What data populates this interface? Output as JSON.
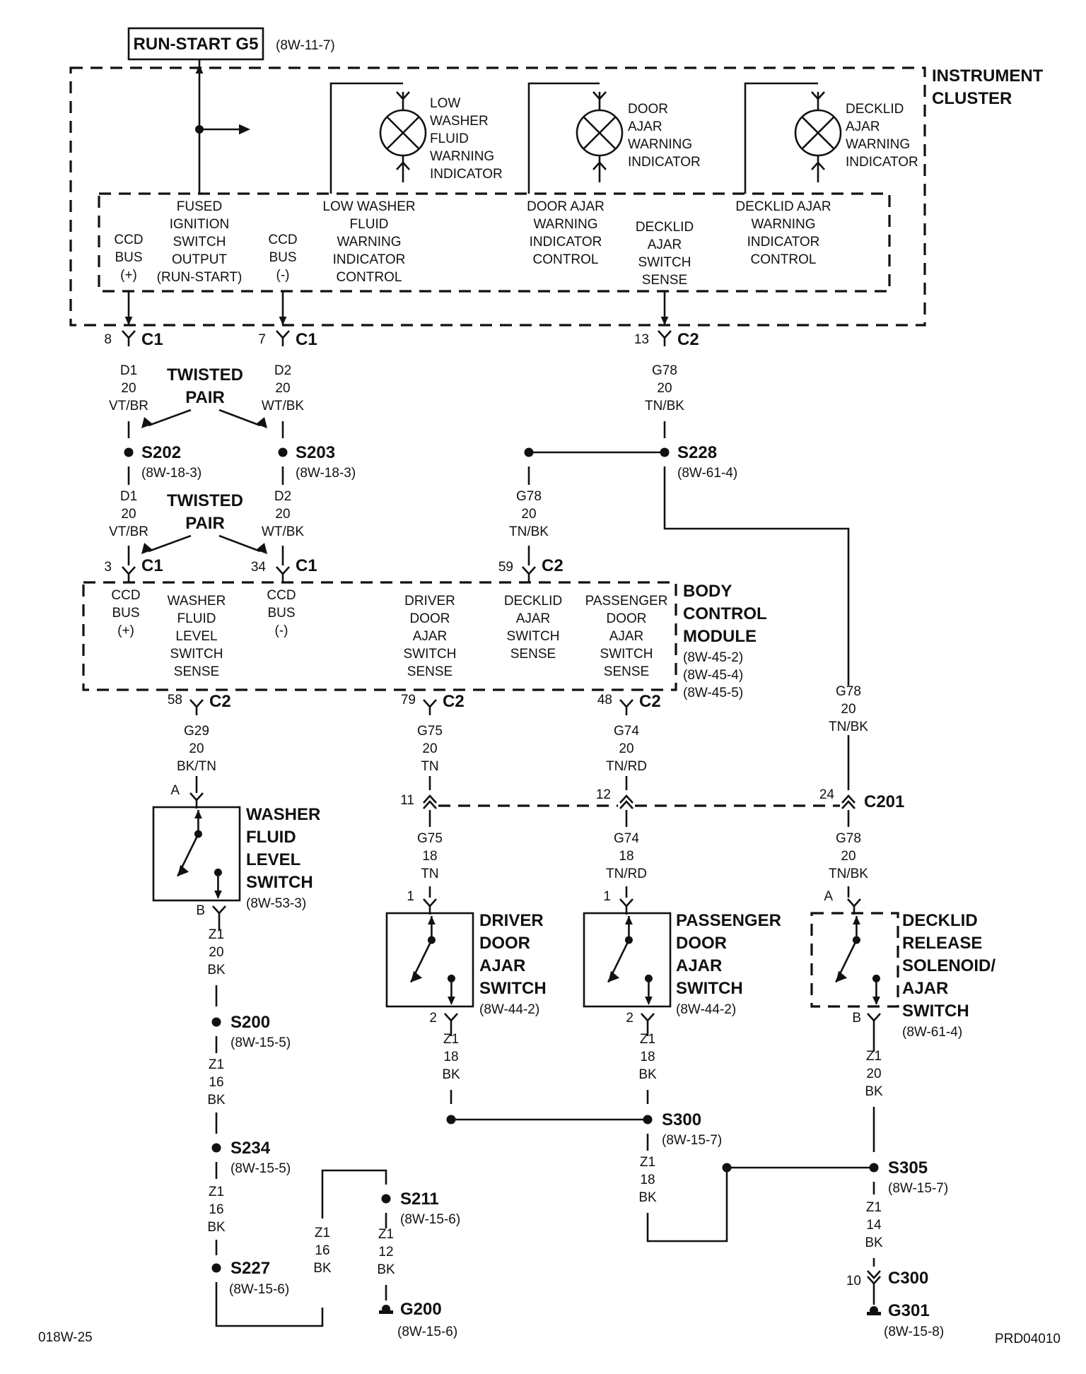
{
  "title_box": {
    "label": "RUN-START G5",
    "ref": "(8W-11-7)"
  },
  "instrument_cluster": {
    "title": [
      "INSTRUMENT",
      "CLUSTER"
    ],
    "indicators": [
      [
        "LOW",
        "WASHER",
        "FLUID",
        "WARNING",
        "INDICATOR"
      ],
      [
        "DOOR",
        "AJAR",
        "WARNING",
        "INDICATOR"
      ],
      [
        "DECKLID",
        "AJAR",
        "WARNING",
        "INDICATOR"
      ]
    ],
    "pins": [
      [
        "CCD",
        "BUS",
        "(+)"
      ],
      [
        "FUSED",
        "IGNITION",
        "SWITCH",
        "OUTPUT",
        "(RUN-START)"
      ],
      [
        "CCD",
        "BUS",
        "(-)"
      ],
      [
        "LOW WASHER",
        "FLUID",
        "WARNING",
        "INDICATOR",
        "CONTROL"
      ],
      [
        "DOOR AJAR",
        "WARNING",
        "INDICATOR",
        "CONTROL"
      ],
      [
        "DECKLID",
        "AJAR",
        "SWITCH",
        "SENSE"
      ],
      [
        "DECKLID AJAR",
        "WARNING",
        "INDICATOR",
        "CONTROL"
      ]
    ]
  },
  "bcm": {
    "title": [
      "BODY",
      "CONTROL",
      "MODULE"
    ],
    "refs": [
      "(8W-45-2)",
      "(8W-45-4)",
      "(8W-45-5)"
    ],
    "pins": [
      [
        "CCD",
        "BUS",
        "(+)"
      ],
      [
        "WASHER",
        "FLUID",
        "LEVEL",
        "SWITCH",
        "SENSE"
      ],
      [
        "CCD",
        "BUS",
        "(-)"
      ],
      [
        "DRIVER",
        "DOOR",
        "AJAR",
        "SWITCH",
        "SENSE"
      ],
      [
        "DECKLID",
        "AJAR",
        "SWITCH",
        "SENSE"
      ],
      [
        "PASSENGER",
        "DOOR",
        "AJAR",
        "SWITCH",
        "SENSE"
      ]
    ]
  },
  "connectors": {
    "ic_c1_8": {
      "pin": "8",
      "name": "C1"
    },
    "ic_c1_7": {
      "pin": "7",
      "name": "C1"
    },
    "ic_c2_13": {
      "pin": "13",
      "name": "C2"
    },
    "bcm_c1_3": {
      "pin": "3",
      "name": "C1"
    },
    "bcm_c1_34": {
      "pin": "34",
      "name": "C1"
    },
    "bcm_c2_59": {
      "pin": "59",
      "name": "C2"
    },
    "bcm_c2_58": {
      "pin": "58",
      "name": "C2"
    },
    "bcm_c2_79": {
      "pin": "79",
      "name": "C2"
    },
    "bcm_c2_48": {
      "pin": "48",
      "name": "C2"
    },
    "c201_11": {
      "pin": "11"
    },
    "c201_12": {
      "pin": "12"
    },
    "c201_24": {
      "pin": "24",
      "name": "C201"
    },
    "c300_10": {
      "pin": "10",
      "name": "C300"
    }
  },
  "twisted_pair": [
    "TWISTED",
    "PAIR"
  ],
  "wires": {
    "d1_top": [
      "D1",
      "20",
      "VT/BR"
    ],
    "d2_top": [
      "D2",
      "20",
      "WT/BK"
    ],
    "d1_bot": [
      "D1",
      "20",
      "VT/BR"
    ],
    "d2_bot": [
      "D2",
      "20",
      "WT/BK"
    ],
    "g78_ic": [
      "G78",
      "20",
      "TN/BK"
    ],
    "g78_bcm": [
      "G78",
      "20",
      "TN/BK"
    ],
    "g78_right": [
      "G78",
      "20",
      "TN/BK"
    ],
    "g78_lower": [
      "G78",
      "20",
      "TN/BK"
    ],
    "g29": [
      "G29",
      "20",
      "BK/TN"
    ],
    "g75_up": [
      "G75",
      "20",
      "TN"
    ],
    "g75_lo": [
      "G75",
      "18",
      "TN"
    ],
    "g74_up": [
      "G74",
      "20",
      "TN/RD"
    ],
    "g74_lo": [
      "G74",
      "18",
      "TN/RD"
    ],
    "z1_washer": [
      "Z1",
      "20",
      "BK"
    ],
    "z1_s200": [
      "Z1",
      "16",
      "BK"
    ],
    "z1_s234": [
      "Z1",
      "16",
      "BK"
    ],
    "z1_loop": [
      "Z1",
      "16",
      "BK"
    ],
    "z1_g200": [
      "Z1",
      "12",
      "BK"
    ],
    "z1_driver": [
      "Z1",
      "18",
      "BK"
    ],
    "z1_pass": [
      "Z1",
      "18",
      "BK"
    ],
    "z1_s300": [
      "Z1",
      "18",
      "BK"
    ],
    "z1_decklid": [
      "Z1",
      "20",
      "BK"
    ],
    "z1_s305": [
      "Z1",
      "14",
      "BK"
    ]
  },
  "splices": {
    "s202": {
      "name": "S202",
      "ref": "(8W-18-3)"
    },
    "s203": {
      "name": "S203",
      "ref": "(8W-18-3)"
    },
    "s228": {
      "name": "S228",
      "ref": "(8W-61-4)"
    },
    "s200": {
      "name": "S200",
      "ref": "(8W-15-5)"
    },
    "s234": {
      "name": "S234",
      "ref": "(8W-15-5)"
    },
    "s227": {
      "name": "S227",
      "ref": "(8W-15-6)"
    },
    "s211": {
      "name": "S211",
      "ref": "(8W-15-6)"
    },
    "s300": {
      "name": "S300",
      "ref": "(8W-15-7)"
    },
    "s305": {
      "name": "S305",
      "ref": "(8W-15-7)"
    }
  },
  "grounds": {
    "g200": {
      "name": "G200",
      "ref": "(8W-15-6)"
    },
    "g301": {
      "name": "G301",
      "ref": "(8W-15-8)"
    }
  },
  "switches": {
    "washer": {
      "title": [
        "WASHER",
        "FLUID",
        "LEVEL",
        "SWITCH"
      ],
      "ref": "(8W-53-3)",
      "pin_top": "A",
      "pin_bot": "B"
    },
    "driver": {
      "title": [
        "DRIVER",
        "DOOR",
        "AJAR",
        "SWITCH"
      ],
      "ref": "(8W-44-2)",
      "pin_top": "1",
      "pin_bot": "2"
    },
    "passenger": {
      "title": [
        "PASSENGER",
        "DOOR",
        "AJAR",
        "SWITCH"
      ],
      "ref": "(8W-44-2)",
      "pin_top": "1",
      "pin_bot": "2"
    },
    "decklid": {
      "title": [
        "DECKLID",
        "RELEASE",
        "SOLENOID/",
        "AJAR",
        "SWITCH"
      ],
      "ref": "(8W-61-4)",
      "pin_top": "A",
      "pin_bot": "B"
    }
  },
  "footer": {
    "left": "018W-25",
    "right": "PRD04010"
  }
}
